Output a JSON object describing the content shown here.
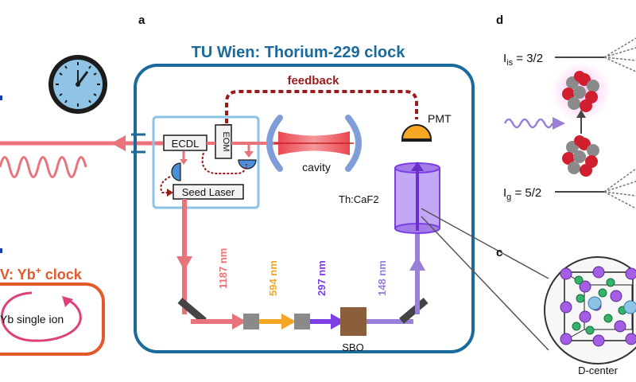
{
  "panels": {
    "a": "a",
    "d": "d",
    "c": "c"
  },
  "title": "TU Wien: Thorium-229 clock",
  "feedback": "feedback",
  "pmt": "PMT",
  "ecdl": "ECDL",
  "eom": "EOM",
  "seed_laser": "Seed Laser",
  "cavity": "cavity",
  "crystal": "Th:CaF2",
  "wavelengths": {
    "w1187": "1187 nm",
    "w594": "594 nm",
    "w297": "297 nm",
    "w148": "148 nm"
  },
  "sbo": "SBO",
  "yb": {
    "title": "V: Yb",
    "sup": "+",
    "tail": " clock",
    "ion": "Yb single ion"
  },
  "levels": {
    "is_pre": "I",
    "is_sub": "is",
    "is_val": " = 3/2",
    "g_pre": "I",
    "g_sub": "g",
    "g_val": " = 5/2"
  },
  "dcenter": "D-center",
  "colors": {
    "frame_blue": "#1a6a9c",
    "inner_blue": "#8cc4e6",
    "laser_red": "#e8737a",
    "feedback_red": "#9a1b1b",
    "orange": "#f5a623",
    "uv_purple": "#7b3fe4",
    "vuv_purple": "#9a7fd8",
    "yb_orange": "#e05a2a",
    "crystal_purple": "#a37ce8"
  }
}
